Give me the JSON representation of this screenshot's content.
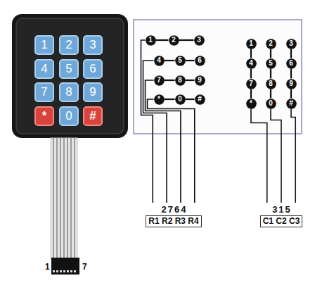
{
  "diagram": {
    "nodes": [
      {
        "text": [
          "1"
        ]
      },
      {
        "text": [
          "2"
        ]
      },
      {
        "text": [
          "3"
        ]
      },
      {
        "text": [
          "4"
        ]
      },
      {
        "text": [
          "5"
        ]
      },
      {
        "text": [
          "6"
        ]
      },
      {
        "text": [
          "7"
        ]
      },
      {
        "text": [
          "8"
        ]
      },
      {
        "text": [
          "9"
        ]
      },
      {
        "text": [
          "*"
        ]
      },
      {
        "text": [
          "0"
        ]
      },
      {
        "text": [
          "#"
        ]
      },
      {
        "text": [
          "1"
        ]
      },
      {
        "text": [
          "2"
        ]
      },
      {
        "text": [
          "3"
        ]
      },
      {
        "text": [
          "4"
        ]
      },
      {
        "text": [
          "5"
        ]
      },
      {
        "text": [
          "6"
        ]
      },
      {
        "text": [
          "7"
        ]
      },
      {
        "text": [
          "8"
        ]
      },
      {
        "text": [
          "9"
        ]
      },
      {
        "text": [
          "*"
        ]
      },
      {
        "text": [
          "0"
        ]
      },
      {
        "text": [
          "#"
        ]
      },
      {
        "text": [
          "1"
        ]
      },
      {
        "text": [
          "2"
        ]
      },
      {
        "text": [
          "3"
        ]
      },
      {
        "text": [
          "4"
        ]
      },
      {
        "text": [
          "5"
        ]
      },
      {
        "text": [
          "6"
        ]
      },
      {
        "text": [
          "7"
        ]
      },
      {
        "text": [
          "8"
        ]
      },
      {
        "text": [
          "9"
        ]
      },
      {
        "text": [
          "*"
        ]
      },
      {
        "text": [
          "0"
        ]
      },
      {
        "text": [
          "#"
        ]
      },
      {
        "text": [
          "2764",
          "R1 R2 R3 R4"
        ]
      },
      {
        "text": [
          "315",
          "C1 C2 C3"
        ]
      }
    ],
    "edges": [
      {
        "from": 12,
        "to": 13,
        "arrow": "none"
      },
      {
        "from": 13,
        "to": 14,
        "arrow": "none"
      },
      {
        "from": 15,
        "to": 16,
        "arrow": "none"
      },
      {
        "from": 16,
        "to": 17,
        "arrow": "none"
      },
      {
        "from": 18,
        "to": 19,
        "arrow": "none"
      },
      {
        "from": 19,
        "to": 20,
        "arrow": "none"
      },
      {
        "from": 21,
        "to": 22,
        "arrow": "none"
      },
      {
        "from": 22,
        "to": 23,
        "arrow": "none"
      },
      {
        "from": 24,
        "to": 27,
        "arrow": "none"
      },
      {
        "from": 27,
        "to": 30,
        "arrow": "none"
      },
      {
        "from": 30,
        "to": 33,
        "arrow": "none"
      },
      {
        "from": 25,
        "to": 28,
        "arrow": "none"
      },
      {
        "from": 28,
        "to": 31,
        "arrow": "none"
      },
      {
        "from": 31,
        "to": 34,
        "arrow": "none"
      },
      {
        "from": 26,
        "to": 29,
        "arrow": "none"
      },
      {
        "from": 29,
        "to": 32,
        "arrow": "none"
      },
      {
        "from": 32,
        "to": 35,
        "arrow": "none"
      },
      {
        "from": 12,
        "to": 36,
        "arrow": "none"
      },
      {
        "from": 15,
        "to": 36,
        "arrow": "none"
      },
      {
        "from": 18,
        "to": 36,
        "arrow": "none"
      },
      {
        "from": 21,
        "to": 36,
        "arrow": "none"
      },
      {
        "from": 33,
        "to": 37,
        "arrow": "none"
      },
      {
        "from": 34,
        "to": 37,
        "arrow": "none"
      },
      {
        "from": 35,
        "to": 37,
        "arrow": "none"
      }
    ],
    "labels": [
      "1",
      "7"
    ]
  }
}
